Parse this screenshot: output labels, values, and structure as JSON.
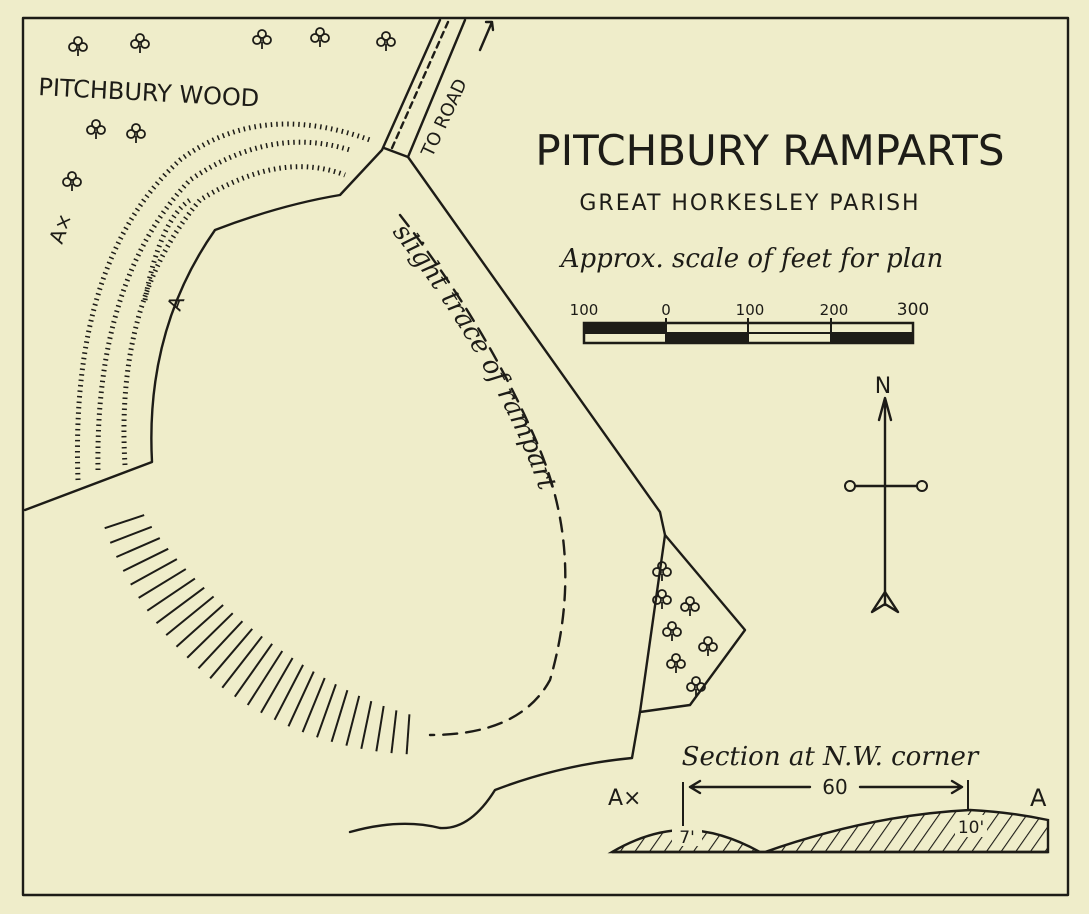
{
  "map": {
    "title": "PITCHBURY RAMPARTS",
    "subtitle": "GREAT HORKESLEY PARISH",
    "scale_caption": "Approx. scale of feet for plan",
    "scale_ticks": [
      "100",
      "0",
      "100",
      "200",
      "300"
    ],
    "wood_label": "PITCHBURY WOOD",
    "road_label": "TO ROAD",
    "trace_label": "slight trace of rampart",
    "section_marker_start": "A×",
    "section_marker_end": "A",
    "compass_north": "N"
  },
  "section": {
    "title": "Section at N.W. corner",
    "start_label": "A×",
    "end_label": "A",
    "distance": "60",
    "left_height": "7'",
    "right_height": "10'"
  },
  "colors": {
    "paper": "#efedca",
    "ink": "#1d1c17"
  }
}
